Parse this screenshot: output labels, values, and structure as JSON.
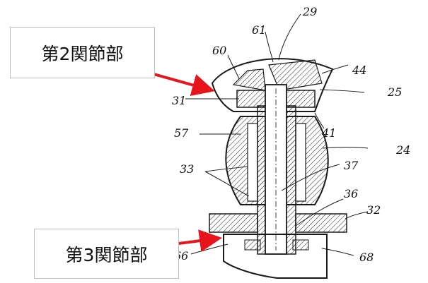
{
  "labels": {
    "joint2": "第2関節部",
    "joint3": "第3関節部"
  },
  "refs": {
    "r29": "29",
    "r61": "61",
    "r60": "60",
    "r44": "44",
    "r25": "25",
    "r31": "31",
    "r41": "41",
    "r57": "57",
    "r24": "24",
    "r33": "33",
    "r37": "37",
    "r36": "36",
    "r32": "32",
    "r66": "66",
    "r68": "68"
  },
  "colors": {
    "arrow": "#e8141c",
    "ink": "#1a1a1a"
  }
}
